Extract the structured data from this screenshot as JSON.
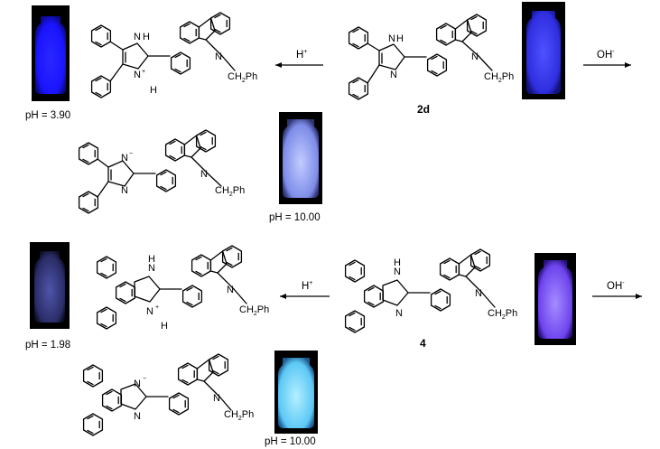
{
  "reagents": {
    "acid": "H",
    "acid_sup": "+",
    "base": "OH",
    "base_sup": "-"
  },
  "atoms": {
    "nitrogen": "N",
    "hydrogen": "H",
    "benzyl": "CH",
    "benzyl_sub": "2",
    "benzyl_tail": "Ph",
    "plus": "+",
    "minus": "−"
  },
  "compounds": {
    "row1": "2d",
    "row2": "4"
  },
  "ph_labels": {
    "row1_acid": "pH = 3.90",
    "row1_base": "pH = 10.00",
    "row2_acid": "pH = 1.98",
    "row2_base": "pH = 10.00"
  },
  "colors": {
    "vial_background": "#000000",
    "glow_deep_blue": "#1a14ff",
    "glow_pale_blue": "#a7b4ff",
    "glow_dim_blue": "#3a3d86",
    "glow_violet": "#7a55ff",
    "glow_cyan": "#74d6ff"
  },
  "vials": [
    {
      "id": "row1-acid",
      "glow": "#1a14ff"
    },
    {
      "id": "row1-neutral",
      "glow": "#3a3dff"
    },
    {
      "id": "row1-base",
      "glow": "#a7b4ff"
    },
    {
      "id": "row2-acid",
      "glow": "#3a3d86"
    },
    {
      "id": "row2-neutral",
      "glow": "#7a55ff"
    },
    {
      "id": "row2-base",
      "glow": "#74d6ff"
    }
  ]
}
